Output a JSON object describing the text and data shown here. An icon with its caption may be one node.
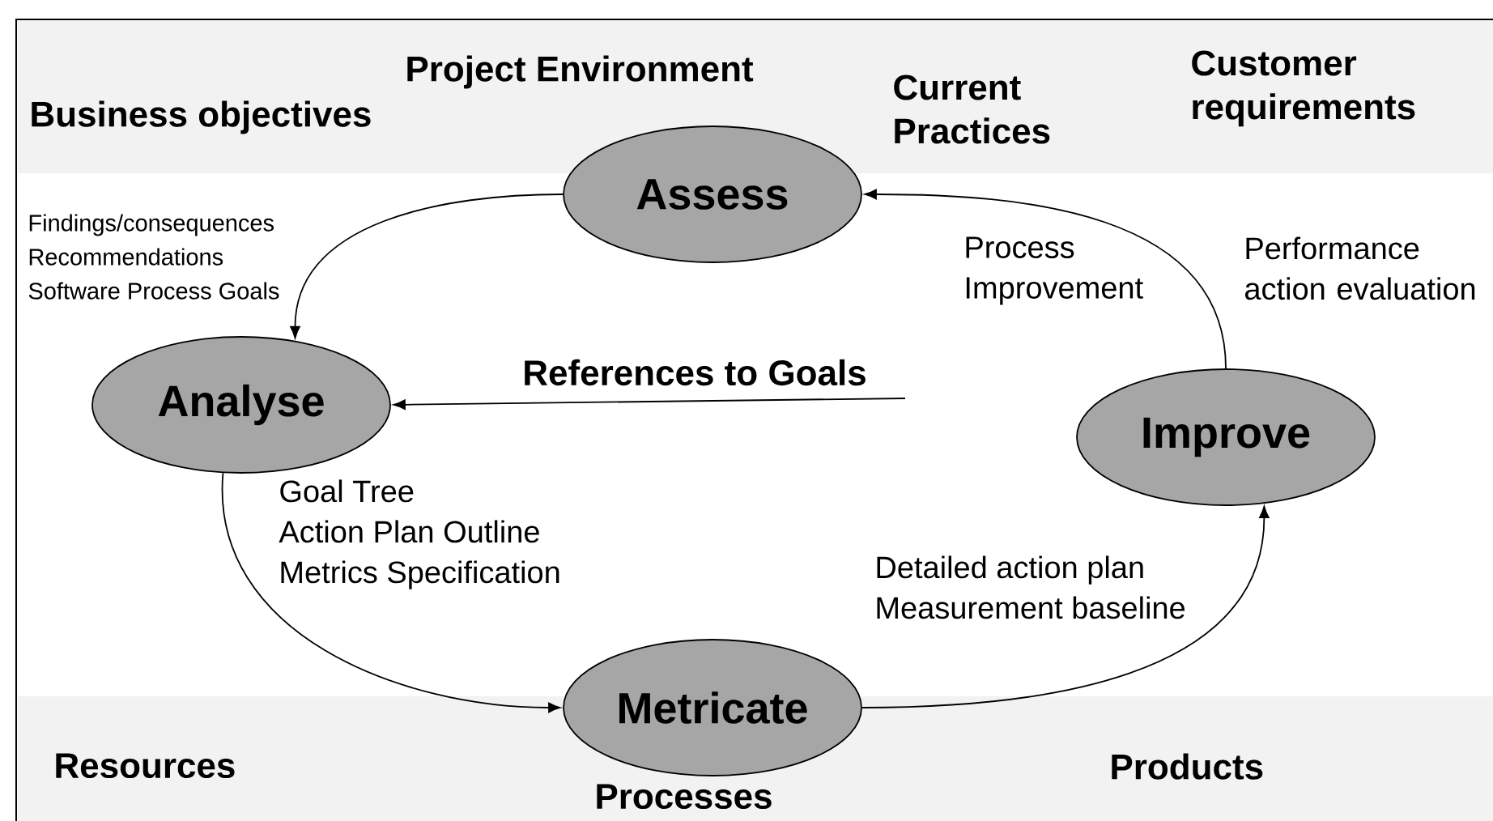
{
  "diagram": {
    "nodes": [
      {
        "text": [
          "Assess"
        ]
      },
      {
        "text": [
          "Analyse"
        ]
      },
      {
        "text": [
          "Improve"
        ]
      },
      {
        "text": [
          "Metricate"
        ]
      }
    ],
    "edges": [
      {
        "from": 0,
        "to": 1,
        "arrow": "to"
      },
      {
        "from": 1,
        "to": 3,
        "arrow": "to"
      },
      {
        "from": 3,
        "to": 2,
        "arrow": "to"
      },
      {
        "from": 2,
        "to": 0,
        "arrow": "to"
      },
      {
        "from": null,
        "to": 1,
        "arrow": "to",
        "label": "References to Goals"
      }
    ],
    "labels": [
      "Project Environment",
      "Business objectives",
      "Current Practices",
      "Customer requirements",
      "Findings/consequences",
      "Recommendations",
      "Software Process Goals",
      "Process Improvement",
      "Performance action evaluation",
      "Goal Tree",
      "Action Plan Outline",
      "Metrics Specification",
      "Detailed action plan",
      "Measurement baseline",
      "Resources",
      "Processes",
      "Products"
    ]
  }
}
